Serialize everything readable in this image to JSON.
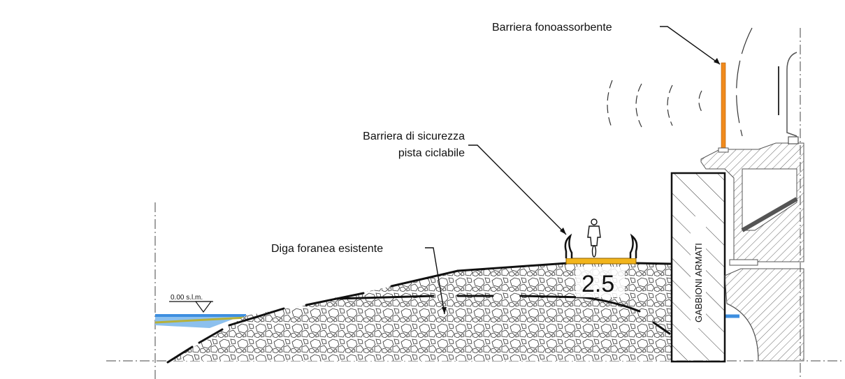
{
  "labels": {
    "noise_barrier": "Barriera fonoassorbente",
    "safety_barrier_line1": "Barriera di sicurezza",
    "safety_barrier_line2": "pista ciclabile",
    "breakwater": "Diga foranea esistente",
    "sea_level": "0.00 s.l.m.",
    "path_width": "2.5",
    "gabions": "GABBIONI ARMATI"
  },
  "colors": {
    "water": "#3d8fe0",
    "algae": "#b6b13a",
    "noise_barrier": "#f08a1c",
    "cycle_path": "#f2b51c",
    "line": "#111111",
    "hatch": "#6b6b6b"
  },
  "icons": {
    "cyclist": "cyclist-icon",
    "sea_level_marker": "level-triangle-icon"
  }
}
